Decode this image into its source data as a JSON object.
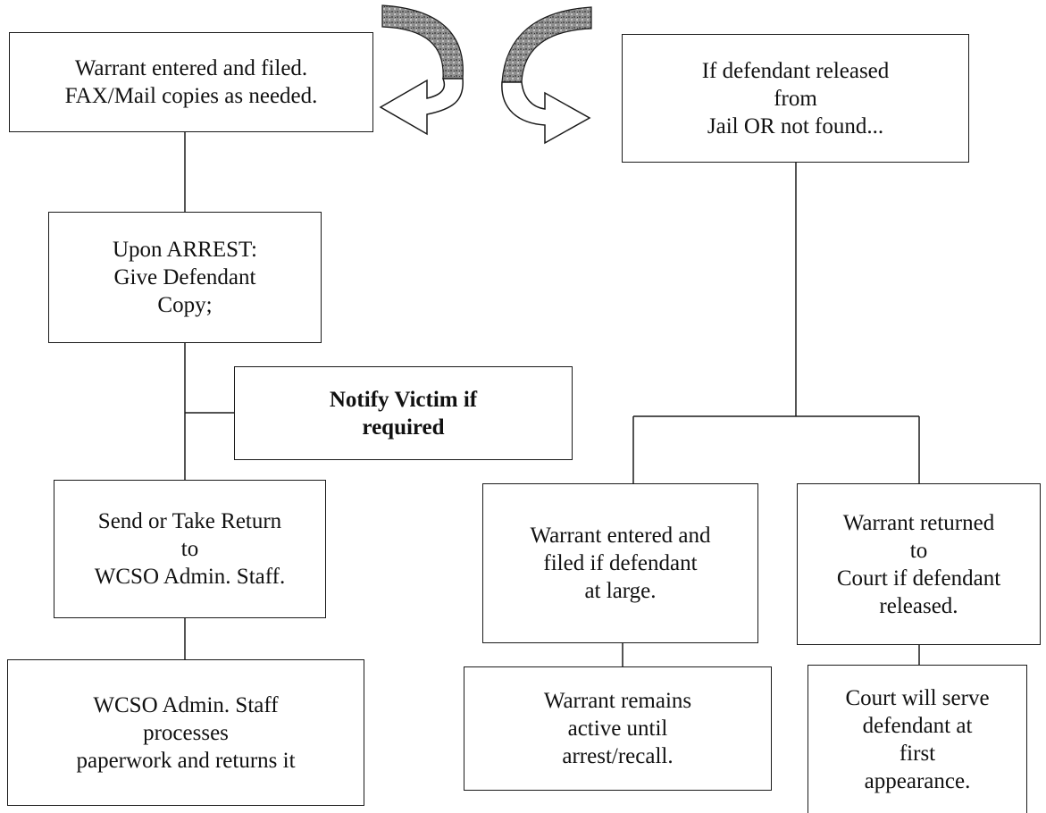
{
  "nodes": {
    "warrant_filed": {
      "lines": [
        "Warrant entered and filed.",
        "FAX/Mail copies as needed."
      ]
    },
    "released_or_not_found": {
      "lines": [
        "If defendant released",
        "from",
        "Jail OR not found..."
      ]
    },
    "upon_arrest": {
      "lines": [
        "Upon ARREST:",
        "Give Defendant",
        "Copy;"
      ]
    },
    "notify_victim": {
      "lines": [
        "Notify Victim if",
        "required"
      ]
    },
    "send_return": {
      "lines": [
        "Send or Take Return",
        "to",
        "WCSO Admin. Staff."
      ]
    },
    "admin_processes": {
      "lines": [
        "WCSO Admin. Staff",
        "processes",
        "paperwork and returns it"
      ]
    },
    "at_large": {
      "lines": [
        "Warrant entered and",
        "filed if defendant",
        "at large."
      ]
    },
    "remains_active": {
      "lines": [
        "Warrant remains",
        "active until",
        "arrest/recall."
      ]
    },
    "returned_to_court": {
      "lines": [
        "Warrant returned",
        "to",
        "Court if defendant",
        "released."
      ]
    },
    "court_serve": {
      "lines": [
        "Court will serve",
        "defendant at",
        "first",
        "appearance."
      ]
    }
  },
  "colors": {
    "line": "#1a1a1a",
    "arrow_fill": "#8c8c8c",
    "background": "#ffffff"
  }
}
